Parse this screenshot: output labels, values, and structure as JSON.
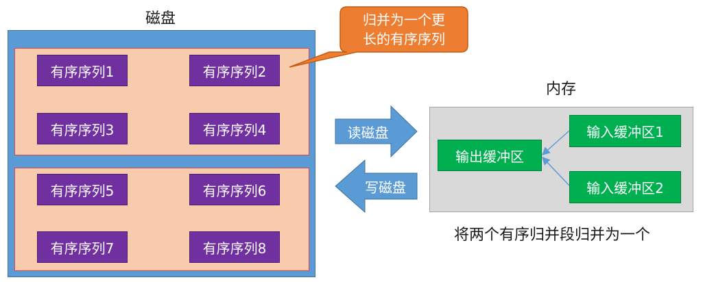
{
  "disk": {
    "title": "磁盘",
    "runs": [
      {
        "sequences": [
          "有序序列1",
          "有序序列2",
          "有序序列3",
          "有序序列4"
        ]
      },
      {
        "sequences": [
          "有序序列5",
          "有序序列6",
          "有序序列7",
          "有序序列8"
        ]
      }
    ]
  },
  "callout": {
    "line1": "归并为一个更",
    "line2": "长的有序序列"
  },
  "arrows": {
    "read": "读磁盘",
    "write": "写磁盘"
  },
  "memory": {
    "title": "内存",
    "output_buffer": "输出缓冲区",
    "input_buffer_1": "输入缓冲区1",
    "input_buffer_2": "输入缓冲区2",
    "caption": "将两个有序归并段归并为一个"
  },
  "colors": {
    "disk_bg": "#5b9bd5",
    "run_bg": "#f8cbad",
    "sequence_bg": "#7030a0",
    "buffer_bg": "#00b050",
    "memory_bg": "#d9d9d9",
    "callout_bg": "#ed7d31"
  }
}
